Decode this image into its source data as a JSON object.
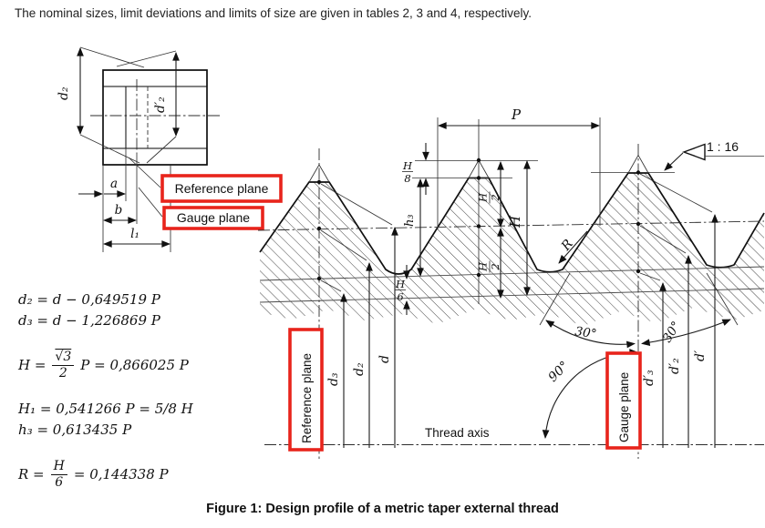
{
  "intro": "The nominal sizes, limit deviations and limits of size are given in tables 2, 3 and 4, respectively.",
  "caption": "Figure 1:  Design profile of a metric taper external thread",
  "formulas": {
    "f1": "d₂ = d − 0,649519 P",
    "f2": "d₃ = d − 1,226869 P",
    "fH": {
      "lhs": "H =",
      "num": "√3",
      "den": "2",
      "rhs": "P = 0,866025 P"
    },
    "f3": "H₁ = 0,541266 P = 5/8 H",
    "f4": "h₃ = 0,613435 P",
    "fR": {
      "lhs": "R =",
      "num": "H",
      "den": "6",
      "rhs": "= 0,144338 P"
    }
  },
  "left_diagram": {
    "d2": "d₂",
    "dp2": "d′₂",
    "a": "a",
    "b": "b",
    "l1": "l₁",
    "reference_plane": "Reference plane",
    "gauge_plane": "Gauge plane"
  },
  "profile": {
    "P": "P",
    "H": "H",
    "h3": "h₃",
    "frac_H": "H",
    "frac_8": "8",
    "frac_2": "2",
    "frac_6": "6",
    "R": "R",
    "taper": "1 : 16",
    "angle30": "30°",
    "angle90": "90°",
    "d3": "d₃",
    "d2": "d₂",
    "d": "d",
    "dp3": "d′₃",
    "dp2": "d′₂",
    "dp": "d′",
    "thread_axis": "Thread axis",
    "reference_plane": "Reference plane",
    "gauge_plane": "Gauge plane"
  },
  "colors": {
    "highlight": "#e8241c",
    "ink": "#1b1b1b"
  }
}
